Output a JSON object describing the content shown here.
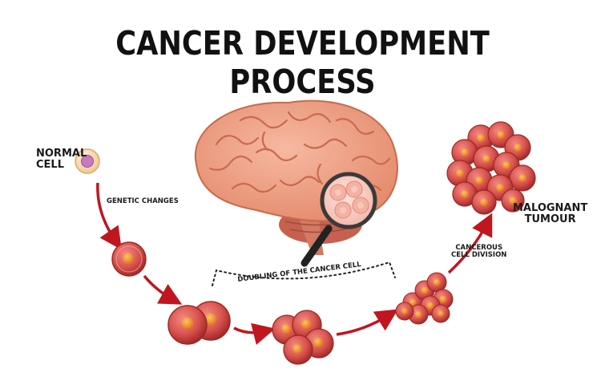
{
  "title": "CANCER DEVELOPMENT PROCESS",
  "labels": {
    "normal_cell": [
      "NORMAL",
      "CELL"
    ],
    "genetic_changes": "GENETIC CHANGES",
    "doubling": "DOUBLING OF THE CANCER CELL",
    "cancerous_division": [
      "CANCEROUS",
      "CELL DIVISION"
    ],
    "malignant_tumour": [
      "MALOGNANT",
      "TUMOUR"
    ]
  },
  "colors": {
    "cell_fill": "#d9534f",
    "cell_edge": "#a52a2a",
    "nucleus": "#f08a24",
    "arrow": "#c0161f",
    "brain": "#f2a48a",
    "brain_dark": "#d9785c",
    "normal_cell": "#f6d9a8",
    "normal_nucleus": "#c77ac2"
  },
  "icons": {
    "magnifier": "magnifying-glass-icon",
    "brain": "brain-illustration"
  }
}
